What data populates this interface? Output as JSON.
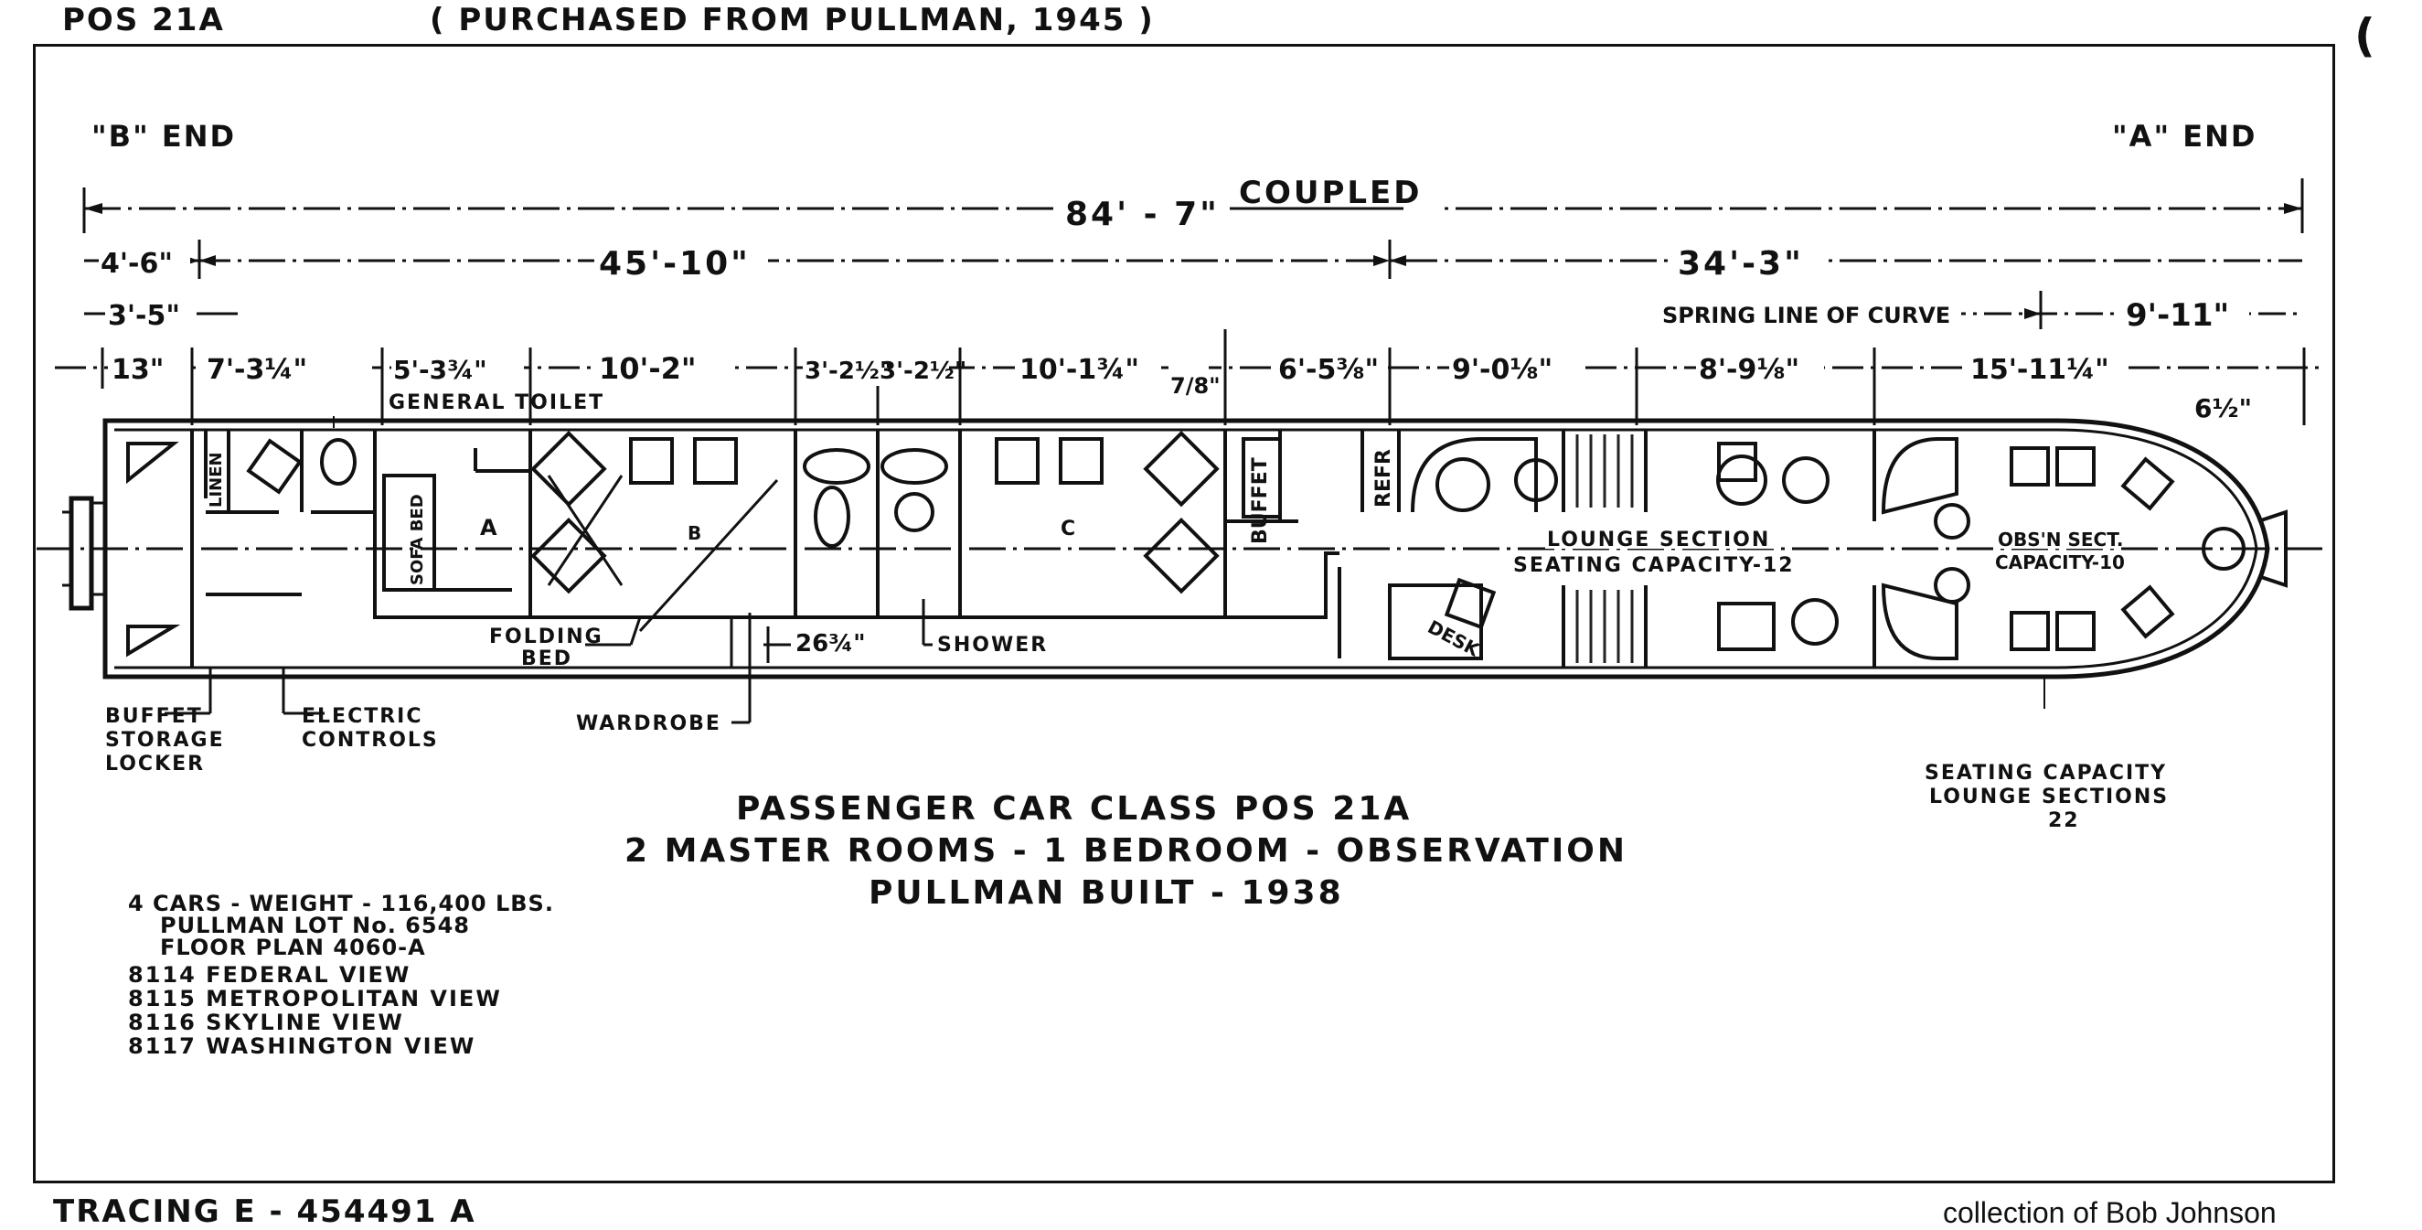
{
  "header": {
    "class_code": "POS 21A",
    "purchase_note": "( PURCHASED FROM PULLMAN, 1945 )",
    "corner_mark": "("
  },
  "ends": {
    "b_end": "\"B\" END",
    "a_end": "\"A\" END"
  },
  "overall": {
    "length": "84' - 7\"",
    "coupled": "COUPLED"
  },
  "dimensions": {
    "row1": [
      "4'-6\"",
      "45'-10\"",
      "34'-3\""
    ],
    "row2": [
      "3'-5\"",
      "SPRING LINE OF CURVE",
      "9'-11\""
    ],
    "row3": [
      "13\"",
      "7'-3¼\"",
      "5'-3¾\"",
      "10'-2\"",
      "3'-2½\"",
      "3'-2½\"",
      "10'-1¾\"",
      "7/8\"",
      "6'-5⅜\"",
      "9'-0⅛\"",
      "8'-9⅛\"",
      "15'-11¼\"",
      "6½\""
    ]
  },
  "plan_labels": {
    "general_toilet": "GENERAL TOILET",
    "linen": "LINEN",
    "sofa_bed": "SOFA BED",
    "room_a": "A",
    "room_b": "B",
    "room_c": "C",
    "buffet": "BUFFET",
    "refr": "REFR",
    "lounge_section": "LOUNGE SECTION",
    "seating_capacity_12": "SEATING CAPACITY-12",
    "obsn_sect": "OBS'N SECT.",
    "capacity_10": "CAPACITY-10",
    "desk": "DESK"
  },
  "callouts": {
    "folding_bed": [
      "FOLDING",
      "BED"
    ],
    "dim_26": "26¾\"",
    "shower": "SHOWER",
    "buffet_storage_locker": [
      "BUFFET",
      "STORAGE",
      "LOCKER"
    ],
    "electric_controls": [
      "ELECTRIC",
      "CONTROLS"
    ],
    "wardrobe": "WARDROBE"
  },
  "seating_note": [
    "SEATING CAPACITY",
    "LOUNGE SECTIONS",
    "22"
  ],
  "title": {
    "line1": "PASSENGER CAR CLASS POS 21A",
    "line2": "2 MASTER ROOMS - 1 BEDROOM - OBSERVATION",
    "line3": "PULLMAN BUILT - 1938"
  },
  "specs": {
    "cars": "4 CARS  -  WEIGHT - 116,400 LBS.",
    "lot": "PULLMAN LOT No. 6548",
    "floor_plan": "FLOOR PLAN 4060-A",
    "roster": [
      "8114  FEDERAL VIEW",
      "8115  METROPOLITAN VIEW",
      "8116  SKYLINE VIEW",
      "8117  WASHINGTON VIEW"
    ]
  },
  "footer": {
    "tracing": "TRACING E - 454491 A",
    "credit": "collection of Bob Johnson"
  }
}
